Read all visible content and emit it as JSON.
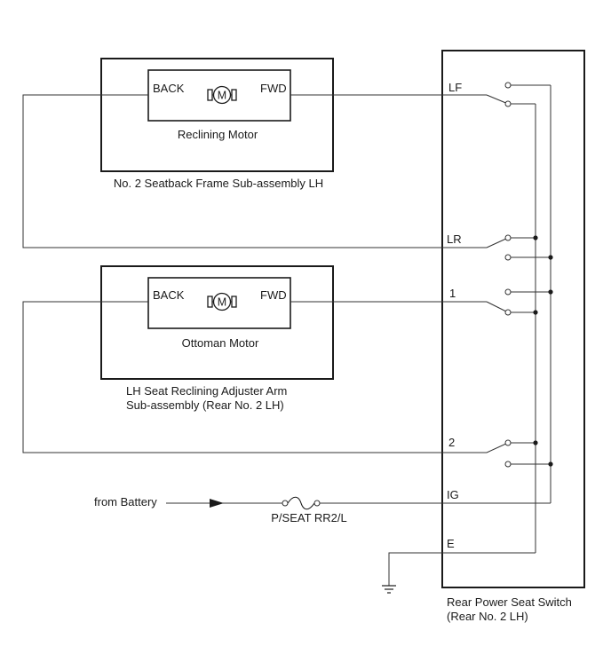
{
  "reclining_motor_assembly": {
    "back_label": "BACK",
    "fwd_label": "FWD",
    "motor_symbol": "M",
    "motor_label": "Reclining Motor",
    "frame_label": "No. 2 Seatback Frame Sub-assembly LH"
  },
  "ottoman_motor_assembly": {
    "back_label": "BACK",
    "fwd_label": "FWD",
    "motor_symbol": "M",
    "motor_label": "Ottoman Motor",
    "frame_label_line1": "LH Seat Reclining Adjuster Arm",
    "frame_label_line2": "Sub-assembly (Rear No. 2 LH)"
  },
  "switch": {
    "terminals": {
      "lf": "LF",
      "lr": "LR",
      "t1": "1",
      "t2": "2",
      "ig": "IG",
      "e": "E"
    },
    "label_line1": "Rear Power Seat Switch",
    "label_line2": "(Rear No. 2 LH)"
  },
  "power": {
    "source_label": "from Battery",
    "fuse_label": "P/SEAT RR2/L"
  },
  "icons": {
    "motor": "motor-icon",
    "fuse": "fuse-icon",
    "ground": "ground-icon",
    "arrow": "arrow-right-icon",
    "switch": "switch-contact-icon"
  }
}
